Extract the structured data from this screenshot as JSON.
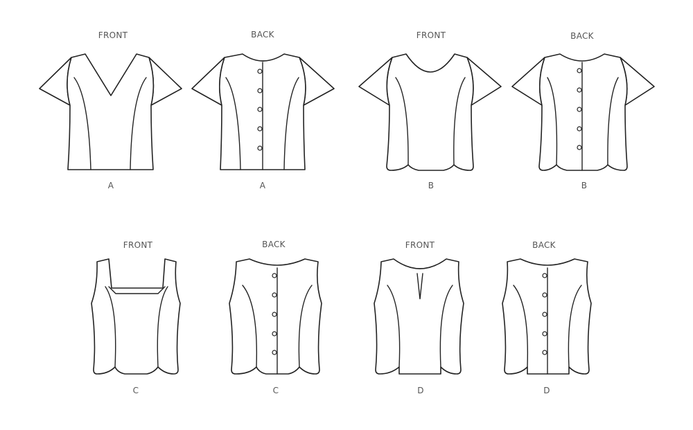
{
  "views": [
    {
      "id": "a-front",
      "heading": "FRONT",
      "view_letter": "A"
    },
    {
      "id": "a-back",
      "heading": "BACK",
      "view_letter": "A"
    },
    {
      "id": "b-front",
      "heading": "FRONT",
      "view_letter": "B"
    },
    {
      "id": "b-back",
      "heading": "BACK",
      "view_letter": "B"
    },
    {
      "id": "c-front",
      "heading": "FRONT",
      "view_letter": "C"
    },
    {
      "id": "c-back",
      "heading": "BACK",
      "view_letter": "C"
    },
    {
      "id": "d-front",
      "heading": "FRONT",
      "view_letter": "D"
    },
    {
      "id": "d-back",
      "heading": "BACK",
      "view_letter": "D"
    }
  ],
  "colors": {
    "line": "#222222",
    "label": "#555555",
    "background": "#ffffff"
  }
}
